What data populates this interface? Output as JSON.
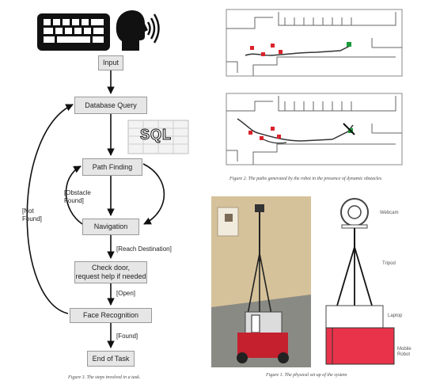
{
  "flowchart": {
    "nodes": [
      {
        "id": "input",
        "label": "Input"
      },
      {
        "id": "db",
        "label": "Database Query"
      },
      {
        "id": "path",
        "label": "Path Finding"
      },
      {
        "id": "nav",
        "label": "Navigation"
      },
      {
        "id": "door",
        "label": "Check door,\nrequest help if needed"
      },
      {
        "id": "face",
        "label": "Face Recognition"
      },
      {
        "id": "end",
        "label": "End of Task"
      }
    ],
    "edge_labels": {
      "obstacle": "[Obstacle\nFound]",
      "reach": "[Reach Destination]",
      "open": "[Open]",
      "found": "[Found]",
      "not_found": "[Not\nFound]"
    },
    "sql_label": "SQL",
    "caption": "Figure 3. The steps involved in a task."
  },
  "maps": {
    "caption": "Figure 2. The paths generated by the robot in the presence of dynamic obstacles"
  },
  "robot": {
    "labels": {
      "webcam": "Webcam",
      "tripod": "Tripod",
      "laptop": "Laptop",
      "base": "Mobile\nRobot"
    },
    "caption": "Figure 1. The physical set up of the system"
  },
  "colors": {
    "node_fill": "#e6e6e6",
    "robot_red": "#e8334a",
    "map_marker_red": "#d9232a",
    "map_marker_green": "#1a9a3a"
  }
}
